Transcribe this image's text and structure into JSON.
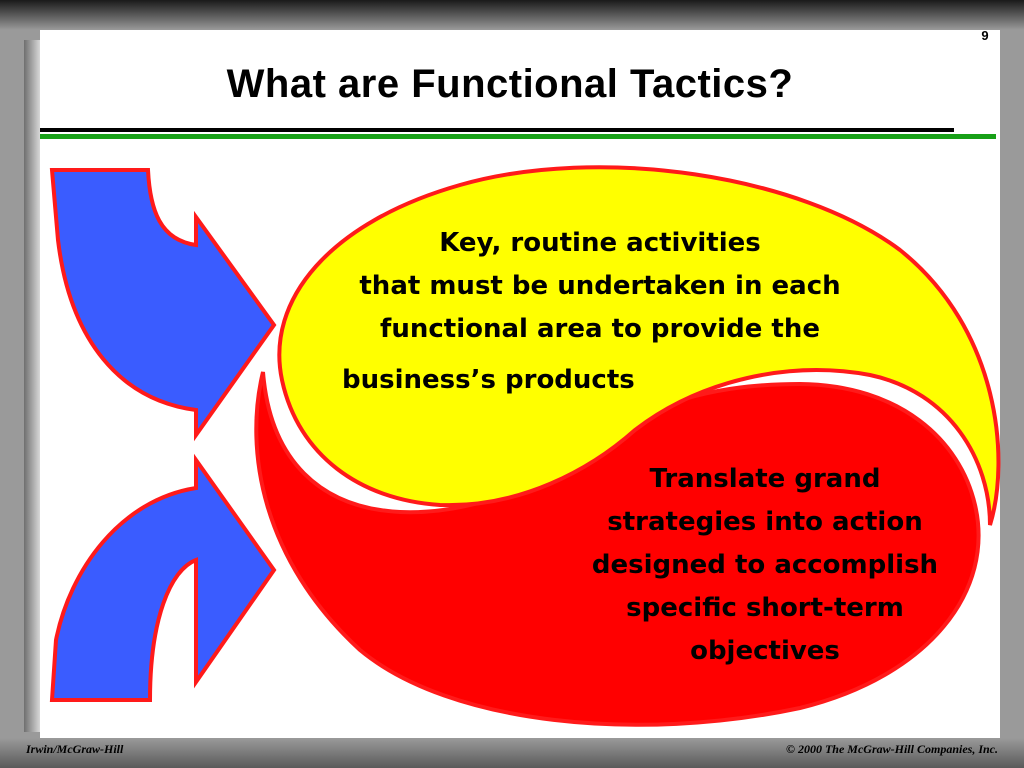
{
  "slide": {
    "page_number": "9",
    "title": "What are Functional Tactics?"
  },
  "diagram": {
    "yellow_shape": {
      "color": "#ffff00",
      "lines": [
        "Key, routine activities",
        "that must be undertaken in each",
        "functional area to provide the",
        "business’s products"
      ]
    },
    "red_shape": {
      "color": "#ff0000",
      "lines": [
        "Translate grand",
        "strategies into action",
        "designed to accomplish",
        "specific short-term",
        "objectives"
      ]
    },
    "arrow_color": "#3a5cff",
    "outline_color": "#ff1a1a"
  },
  "footer": {
    "left": "Irwin/McGraw-Hill",
    "right": "© 2000 The McGraw-Hill Companies, Inc."
  }
}
